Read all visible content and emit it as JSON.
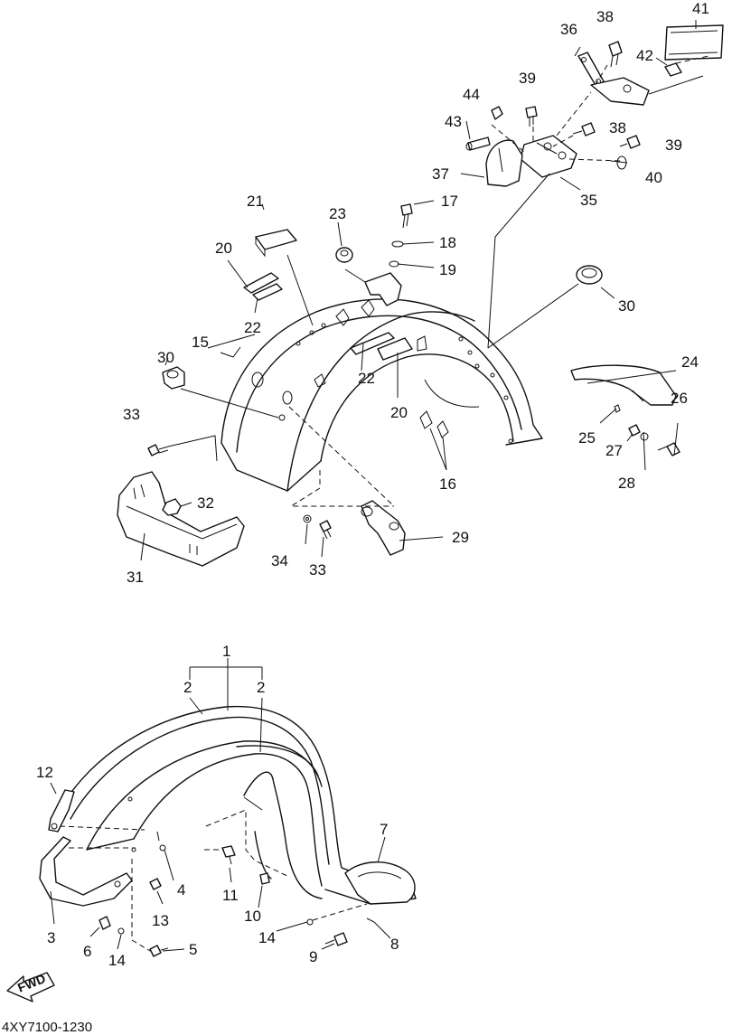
{
  "diagram_code": "4XY7100-1230",
  "direction_arrow": {
    "label": "FWD",
    "icon": "forward-arrow-icon"
  },
  "callouts": {
    "c1": "1",
    "c2a": "2",
    "c2b": "2",
    "c3": "3",
    "c4": "4",
    "c5": "5",
    "c6": "6",
    "c7": "7",
    "c8": "8",
    "c9": "9",
    "c10": "10",
    "c11": "11",
    "c12": "12",
    "c13": "13",
    "c14a": "14",
    "c14b": "14",
    "c15": "15",
    "c16": "16",
    "c17": "17",
    "c18": "18",
    "c19": "19",
    "c20a": "20",
    "c20b": "20",
    "c21": "21",
    "c22a": "22",
    "c22b": "22",
    "c23": "23",
    "c24": "24",
    "c25": "25",
    "c26": "26",
    "c27": "27",
    "c28": "28",
    "c29": "29",
    "c30a": "30",
    "c30b": "30",
    "c31": "31",
    "c32": "32",
    "c33a": "33",
    "c33b": "33",
    "c34": "34",
    "c35": "35",
    "c36": "36",
    "c37": "37",
    "c38a": "38",
    "c38b": "38",
    "c39a": "39",
    "c39b": "39",
    "c40": "40",
    "c41": "41",
    "c42": "42",
    "c43": "43",
    "c44": "44"
  }
}
